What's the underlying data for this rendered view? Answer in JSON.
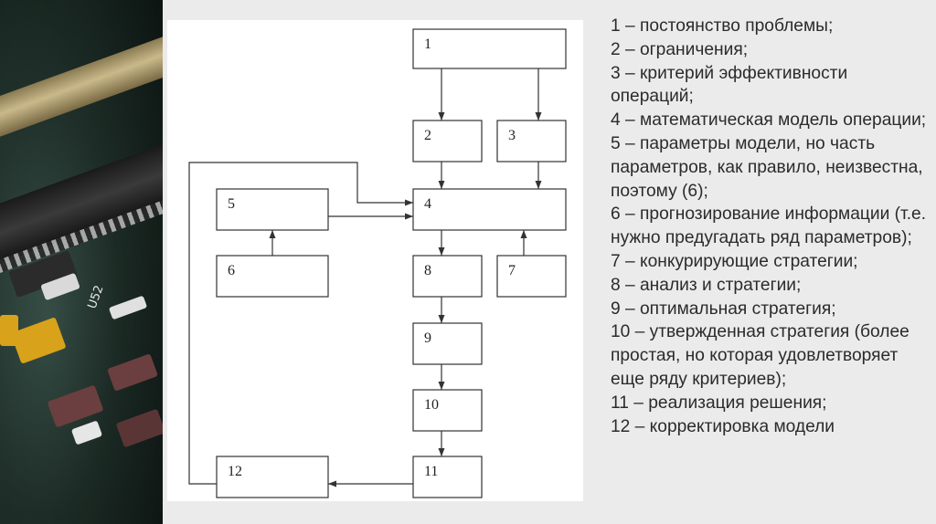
{
  "diagram": {
    "nodes": [
      {
        "id": "1",
        "label": "1"
      },
      {
        "id": "2",
        "label": "2"
      },
      {
        "id": "3",
        "label": "3"
      },
      {
        "id": "4",
        "label": "4"
      },
      {
        "id": "5",
        "label": "5"
      },
      {
        "id": "6",
        "label": "6"
      },
      {
        "id": "7",
        "label": "7"
      },
      {
        "id": "8",
        "label": "8"
      },
      {
        "id": "9",
        "label": "9"
      },
      {
        "id": "10",
        "label": "10"
      },
      {
        "id": "11",
        "label": "11"
      },
      {
        "id": "12",
        "label": "12"
      }
    ],
    "edges": [
      {
        "from": "1",
        "to": "2"
      },
      {
        "from": "1",
        "to": "3"
      },
      {
        "from": "2",
        "to": "4"
      },
      {
        "from": "3",
        "to": "4"
      },
      {
        "from": "5",
        "to": "4"
      },
      {
        "from": "6",
        "to": "5"
      },
      {
        "from": "7",
        "to": "4"
      },
      {
        "from": "4",
        "to": "8"
      },
      {
        "from": "8",
        "to": "9"
      },
      {
        "from": "9",
        "to": "10"
      },
      {
        "from": "10",
        "to": "11"
      },
      {
        "from": "11",
        "to": "12"
      },
      {
        "from": "12",
        "to": "4"
      }
    ]
  },
  "legend": [
    "1 – постоянство проблемы;",
    "2 – ограничения;",
    "3 – критерий эффективности операций;",
    "4 – математическая модель операции;",
    "5 – параметры модели, но часть параметров, как правило, неизвестна, поэтому (6);",
    "6 – прогнозирование информации (т.е. нужно предугадать ряд параметров);",
    "7 – конкурирующие стратегии;",
    "8 – анализ и стратегии;",
    "9 – оптимальная стратегия;",
    "10 – утвержденная стратегия (более простая, но которая удовлетворяет еще ряду критериев);",
    "11 – реализация решения;",
    "12 – корректировка модели"
  ],
  "chip_marking": "U52"
}
